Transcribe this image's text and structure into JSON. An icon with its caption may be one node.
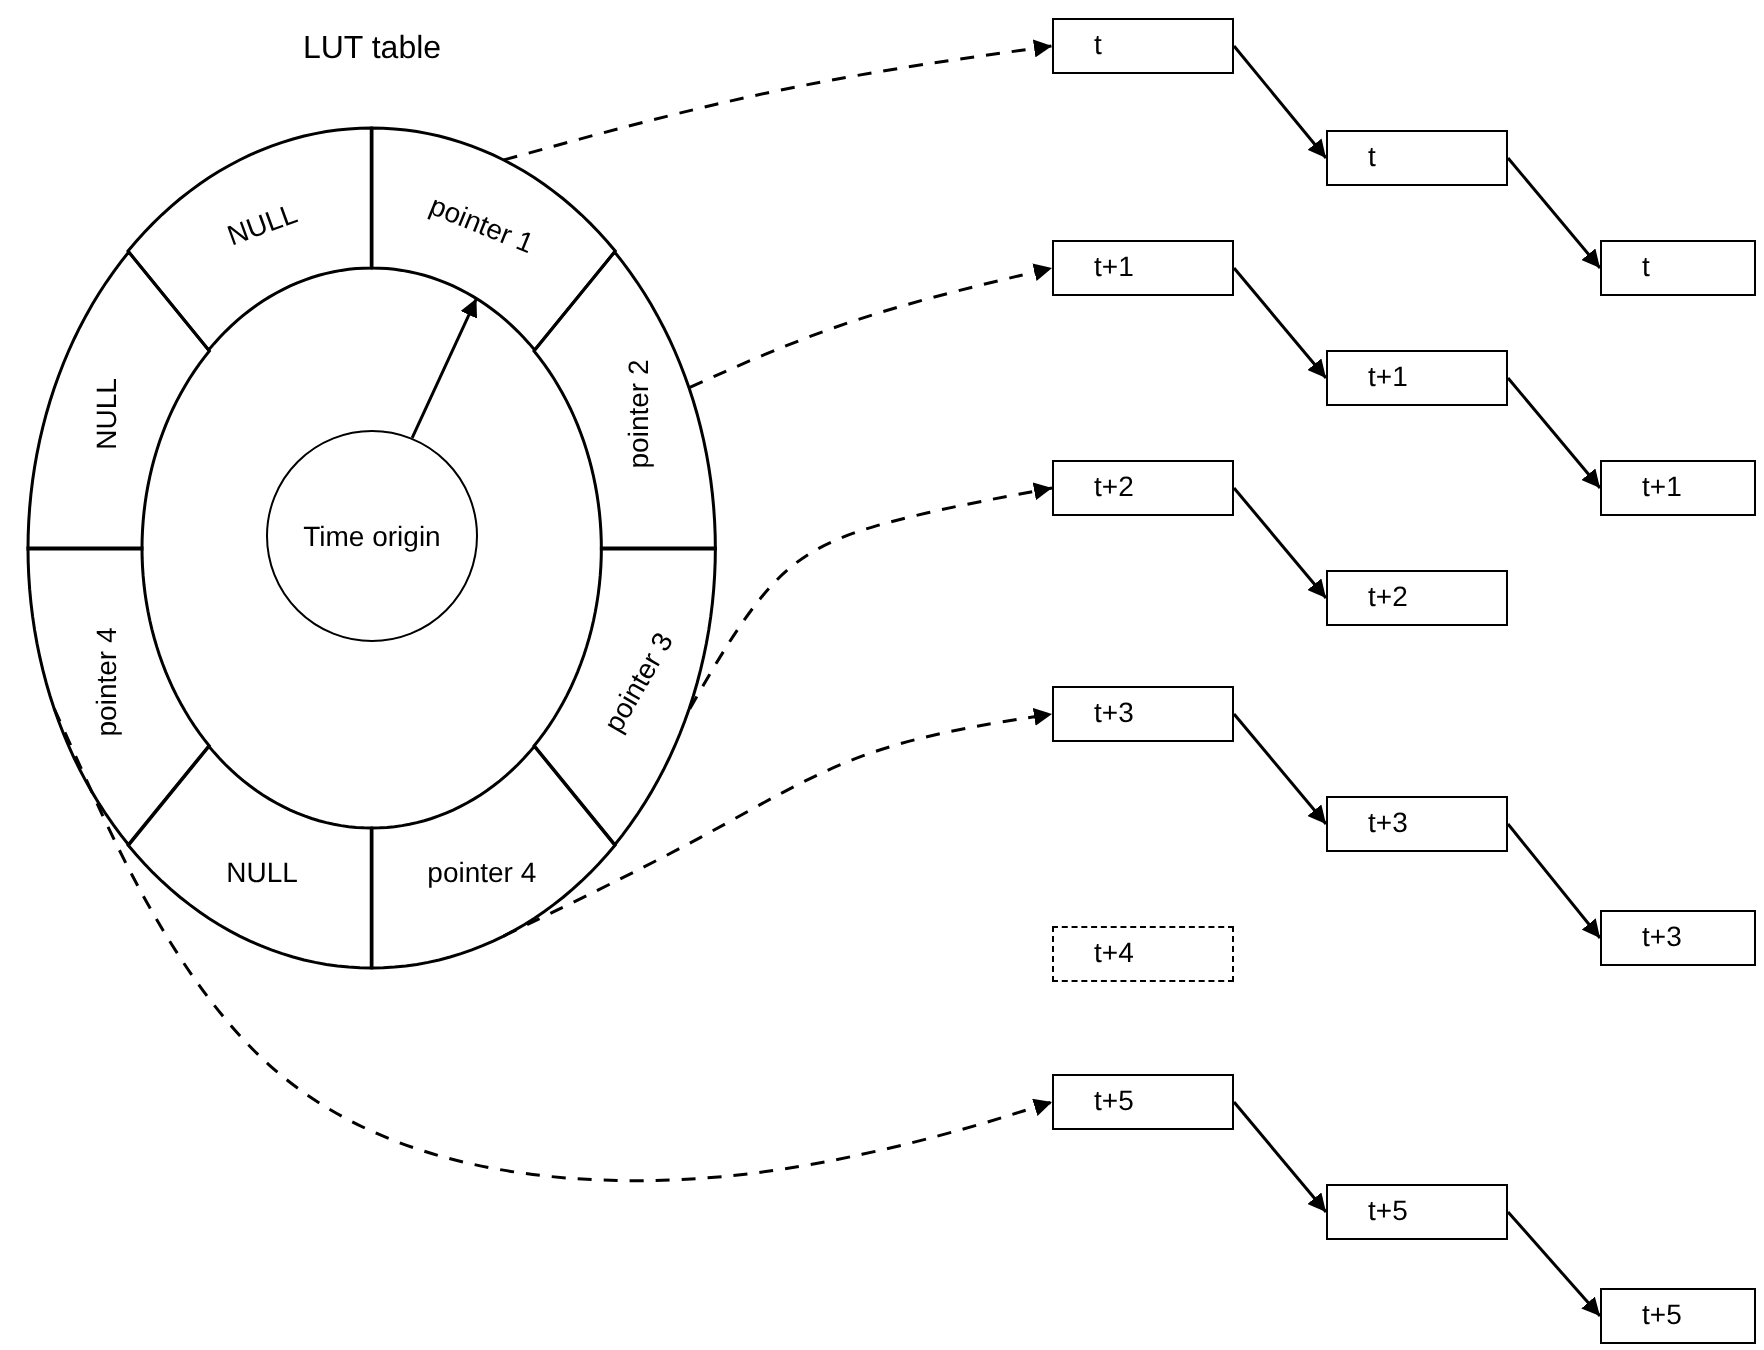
{
  "diagram": {
    "nodes": [
      {
        "text": [
          "LUT table"
        ]
      },
      {
        "text": [
          "NULL"
        ],
        "in": 0
      },
      {
        "text": [
          "pointer 1"
        ],
        "in": 0
      },
      {
        "text": [
          "pointer 2"
        ],
        "in": 0
      },
      {
        "text": [
          "pointer 3"
        ],
        "in": 0
      },
      {
        "text": [
          "pointer 4"
        ],
        "in": 0
      },
      {
        "text": [
          "NULL"
        ],
        "in": 0
      },
      {
        "text": [
          "pointer 4"
        ],
        "in": 0
      },
      {
        "text": [
          "NULL"
        ],
        "in": 0
      },
      {
        "text": [
          "Time origin"
        ],
        "in": 0
      },
      {
        "text": [
          "t"
        ]
      },
      {
        "text": [
          "t"
        ]
      },
      {
        "text": [
          "t"
        ]
      },
      {
        "text": [
          "t+1"
        ]
      },
      {
        "text": [
          "t+1"
        ]
      },
      {
        "text": [
          "t+1"
        ]
      },
      {
        "text": [
          "t+2"
        ]
      },
      {
        "text": [
          "t+2"
        ]
      },
      {
        "text": [
          "t+3"
        ]
      },
      {
        "text": [
          "t+3"
        ]
      },
      {
        "text": [
          "t+3"
        ]
      },
      {
        "text": [
          "t+4"
        ]
      },
      {
        "text": [
          "t+5"
        ]
      },
      {
        "text": [
          "t+5"
        ]
      },
      {
        "text": [
          "t+5"
        ]
      }
    ],
    "edges": [
      {
        "from": 9,
        "to": 2,
        "arrow": "to"
      },
      {
        "from": 2,
        "to": 10,
        "arrow": "to",
        "style": "dashed"
      },
      {
        "from": 3,
        "to": 13,
        "arrow": "to",
        "style": "dashed"
      },
      {
        "from": 4,
        "to": 16,
        "arrow": "to",
        "style": "dashed"
      },
      {
        "from": 5,
        "to": 18,
        "arrow": "to",
        "style": "dashed"
      },
      {
        "from": 7,
        "to": 22,
        "arrow": "to",
        "style": "dashed"
      },
      {
        "from": 10,
        "to": 11,
        "arrow": "to"
      },
      {
        "from": 11,
        "to": 12,
        "arrow": "to"
      },
      {
        "from": 13,
        "to": 14,
        "arrow": "to"
      },
      {
        "from": 14,
        "to": 15,
        "arrow": "to"
      },
      {
        "from": 16,
        "to": 17,
        "arrow": "to"
      },
      {
        "from": 18,
        "to": 19,
        "arrow": "to"
      },
      {
        "from": 19,
        "to": 20,
        "arrow": "to"
      },
      {
        "from": 22,
        "to": 23,
        "arrow": "to"
      },
      {
        "from": 23,
        "to": 24,
        "arrow": "to"
      }
    ]
  }
}
